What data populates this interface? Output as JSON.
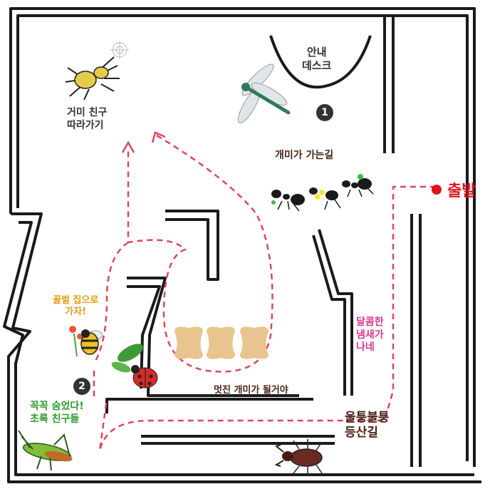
{
  "colors": {
    "wall": "#1a1a1a",
    "path": "#e0455a",
    "start": "#e0121f",
    "obstacle": "#e8c48e",
    "label_dark": "#333333",
    "label_brown": "#4a2418",
    "label_orange": "#e09a12",
    "label_pink": "#d8378e",
    "label_green": "#2e9b2e"
  },
  "start": {
    "label": "출발"
  },
  "labels": {
    "info_desk": [
      "안내",
      "데스크"
    ],
    "follow_spider": [
      "거미 친구",
      "따라가기"
    ],
    "ant_road": "개미가 가는길",
    "bee_house": [
      "꿀벌 집으로",
      "가자!"
    ],
    "sweet_smell": [
      "달콤한",
      "냄새가",
      "나네"
    ],
    "cool_ant": "멋진 개미가 될거야",
    "hidden_friends": [
      "꼭꼭 숨었다!",
      "초록 친구들"
    ],
    "bumpy_trail": [
      "울퉁불퉁",
      "등산길"
    ]
  },
  "markers": [
    "1",
    "2"
  ],
  "icons": [
    "spider-icon",
    "dragonfly-icon",
    "ant-icon",
    "bee-icon",
    "flower-icon",
    "ladybug-icon",
    "leaf-icon",
    "grasshopper-icon",
    "stag-beetle-icon"
  ]
}
